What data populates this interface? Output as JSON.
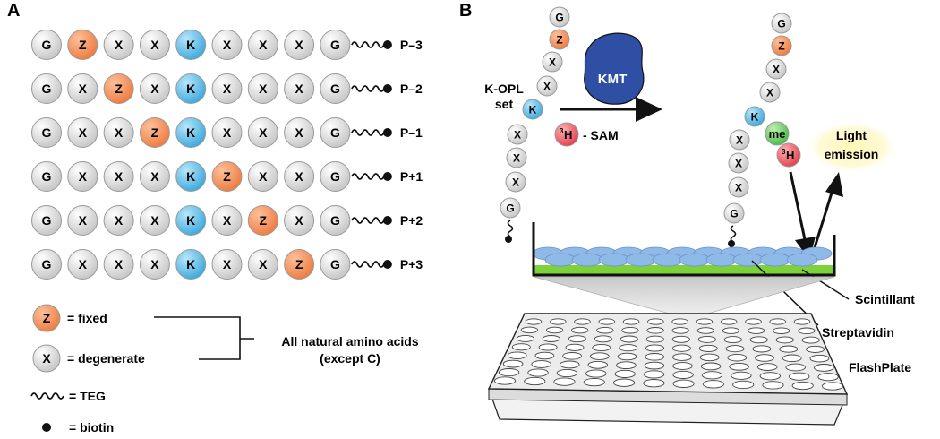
{
  "panel_a": {
    "label": "A",
    "rows": [
      {
        "residues": [
          "G",
          "Z",
          "X",
          "X",
          "K",
          "X",
          "X",
          "X",
          "G"
        ],
        "position": "P–3"
      },
      {
        "residues": [
          "G",
          "X",
          "Z",
          "X",
          "K",
          "X",
          "X",
          "X",
          "G"
        ],
        "position": "P–2"
      },
      {
        "residues": [
          "G",
          "X",
          "X",
          "Z",
          "K",
          "X",
          "X",
          "X",
          "G"
        ],
        "position": "P–1"
      },
      {
        "residues": [
          "G",
          "X",
          "X",
          "X",
          "K",
          "Z",
          "X",
          "X",
          "G"
        ],
        "position": "P+1"
      },
      {
        "residues": [
          "G",
          "X",
          "X",
          "X",
          "K",
          "X",
          "Z",
          "X",
          "G"
        ],
        "position": "P+2"
      },
      {
        "residues": [
          "G",
          "X",
          "X",
          "X",
          "K",
          "X",
          "X",
          "Z",
          "G"
        ],
        "position": "P+3"
      }
    ],
    "legend": {
      "z_symbol": "Z",
      "fixed_label": "= fixed",
      "x_symbol": "X",
      "degenerate_label": "= degenerate",
      "bracket_label_line1": "All natural amino acids",
      "bracket_label_line2": "(except C)",
      "teg_label": "= TEG",
      "biotin_label": "= biotin"
    }
  },
  "panel_b": {
    "label": "B",
    "k_opl_line1": "K-OPL",
    "k_opl_line2": "set",
    "enzyme": "KMT",
    "sam_superscript": "3",
    "sam_letter": "H",
    "sam_label": "- SAM",
    "left_chain": [
      "G",
      "Z",
      "X",
      "X",
      "K",
      "X",
      "X",
      "X",
      "G"
    ],
    "right_chain": [
      "G",
      "Z",
      "X",
      "X",
      "K",
      "X",
      "X",
      "X",
      "G"
    ],
    "methyl_label": "me",
    "tritium_superscript": "3",
    "tritium_letter": "H",
    "light_line1": "Light",
    "light_line2": "emission",
    "scintillant_label": "Scintillant",
    "streptavidin_label": "Streptavidin",
    "flashplate_label": "FlashPlate"
  },
  "colors": {
    "degenerate_fill": "#d6d6d6",
    "fixed_fill": "#f08a55",
    "lysine_fill": "#5ab8e6",
    "methyl_fill": "#5cc85c",
    "tritium_fill": "#ee5a64",
    "enzyme_fill": "#2e4fa3",
    "scintillant_fill": "#7dd13a",
    "streptavidin_fill": "#8fb9e6",
    "glow": "#fff4b0"
  }
}
